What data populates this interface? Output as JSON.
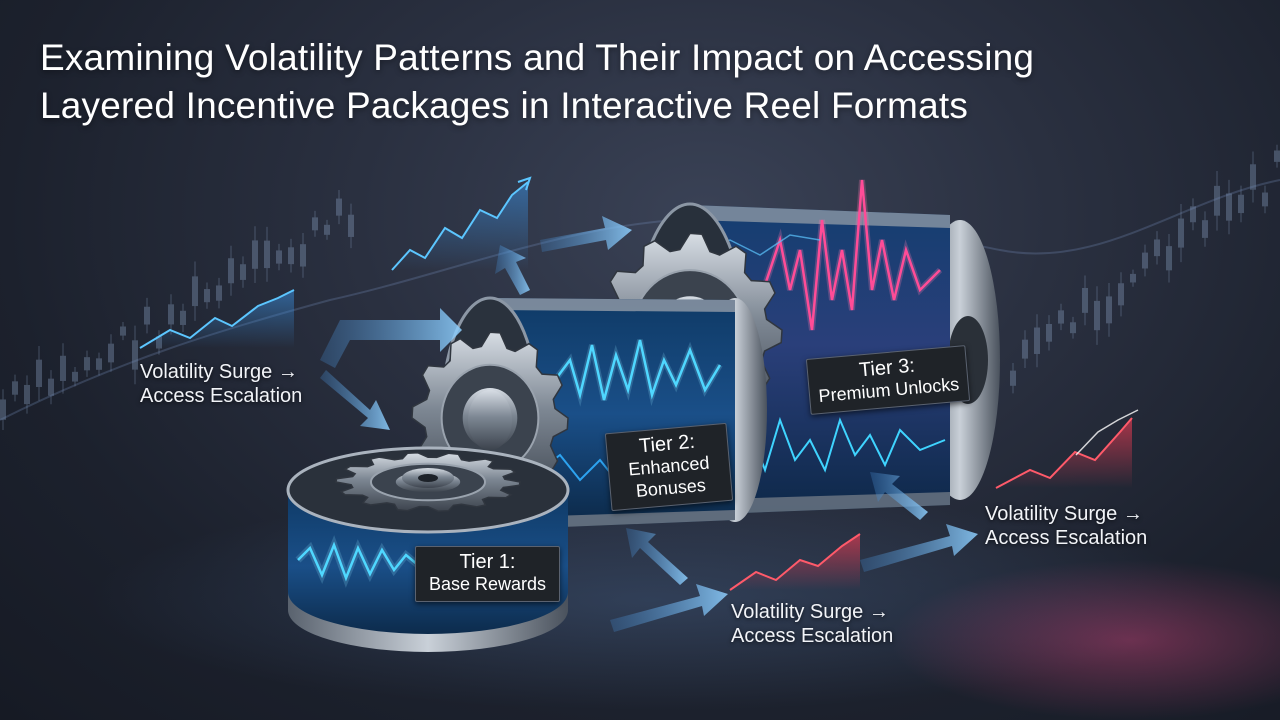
{
  "title": {
    "line1": "Examining Volatility Patterns and Their Impact on Accessing",
    "line2": "Layered Incentive Packages in Interactive Reel Formats"
  },
  "tiers": [
    {
      "name": "Tier 1:",
      "label": "Base Rewards"
    },
    {
      "name": "Tier 2:",
      "label_line1": "Enhanced",
      "label_line2": "Bonuses"
    },
    {
      "name": "Tier 3:",
      "label": "Premium Unlocks"
    }
  ],
  "annotations": [
    {
      "line1": "Volatility Surge →",
      "line2": "Access Escalation"
    },
    {
      "line1": "Volatility Surge →",
      "line2": "Access Escalation"
    },
    {
      "line1": "Volatility Surge →",
      "line2": "Access Escalation"
    }
  ],
  "colors": {
    "cyan": "#3fd4ff",
    "blue": "#2d7bdc",
    "pink": "#ff3d8e",
    "red": "#ff4a55",
    "metal": "#9aa3ae",
    "arrow": "#6ab8f0"
  }
}
